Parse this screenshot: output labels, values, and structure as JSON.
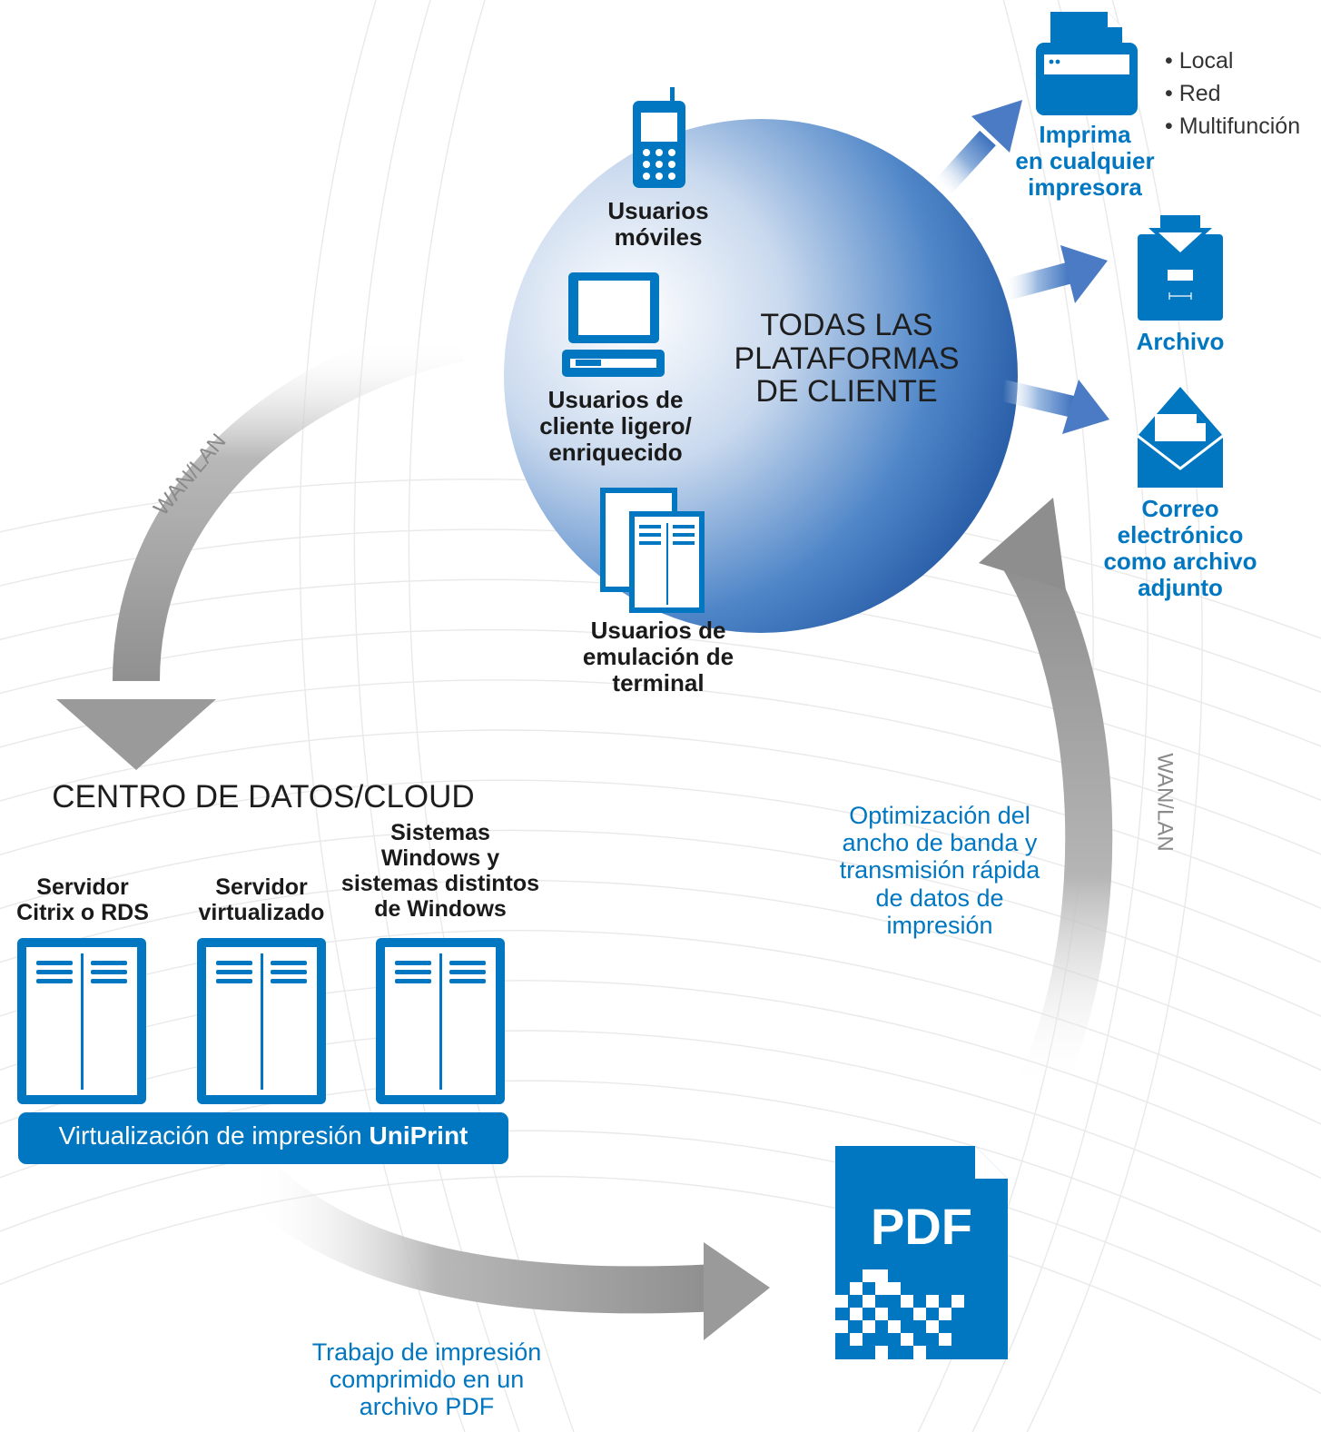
{
  "center": {
    "title": "TODAS LAS\nPLATAFORMAS\nDE CLIENTE"
  },
  "clients": {
    "mobile": "Usuarios\nmóviles",
    "thin": "Usuarios de\ncliente ligero/\nenriquecido",
    "terminal": "Usuarios de\nemulación de\nterminal"
  },
  "outputs": {
    "printer": "Imprima\nen cualquier\nimpresora",
    "printer_types": [
      "Local",
      "Red",
      "Multifunción"
    ],
    "archive": "Archivo",
    "email": "Correo\nelectrónico\ncomo archivo\nadjunto"
  },
  "datacenter": {
    "title": "CENTRO DE DATOS/CLOUD",
    "servers": [
      "Servidor\nCitrix o RDS",
      "Servidor\nvirtualizado",
      "Sistemas\nWindows y\nsistemas distintos\nde Windows"
    ],
    "banner_prefix": "Virtualización de impresión ",
    "banner_brand": "UniPrint"
  },
  "links": {
    "wan_left": "WAN/LAN",
    "wan_right": "WAN/LAN",
    "optimization": "Optimización del\nancho de banda y\ntransmisión rápida\nde datos de\nimpresión",
    "print_job": "Trabajo de impresión\ncomprimido en un\narchivo PDF"
  },
  "pdf": {
    "label": "PDF"
  },
  "colors": {
    "brand_blue": "#0077c0",
    "dark_blue": "#1d5aa6",
    "arrow_grey": "#9a9a9a"
  }
}
